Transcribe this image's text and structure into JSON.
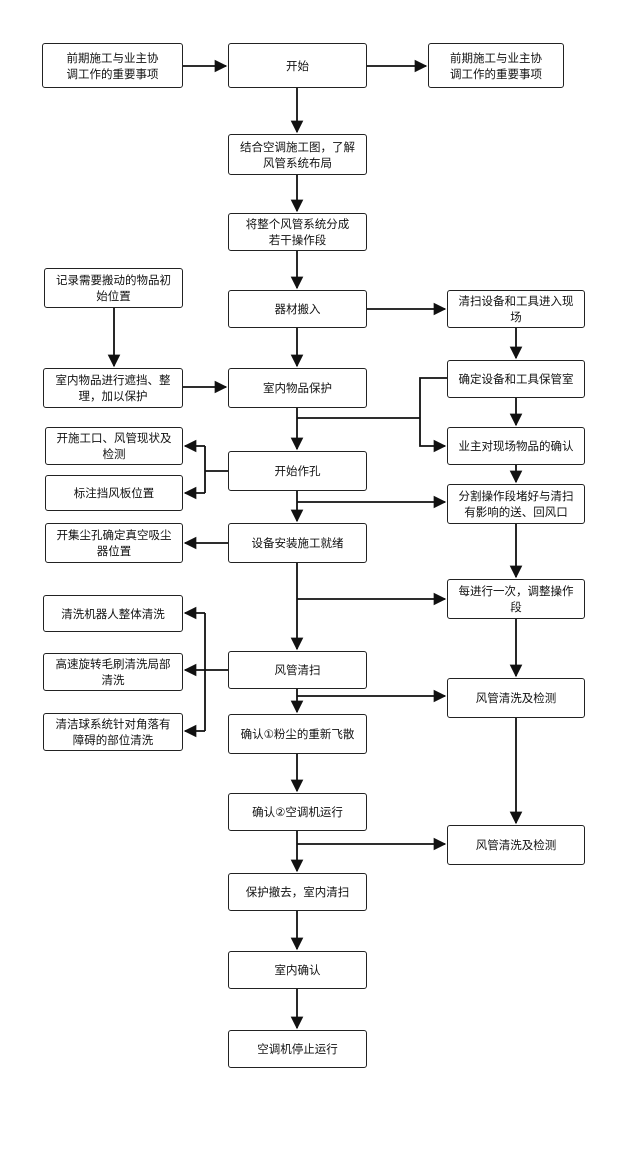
{
  "nodes": {
    "n_l1": "前期施工与业主协\n调工作的重要事项",
    "n_start": "开始",
    "n_r1": "前期施工与业主协\n调工作的重要事项",
    "n_c2": "结合空调施工图，了解\n风管系统布局",
    "n_c3": "将整个风管系统分成\n若干操作段",
    "n_l2": "记录需要搬动的物品初\n始位置",
    "n_c4": "器材搬入",
    "n_r2": "清扫设备和工具进入现\n场",
    "n_l3": "室内物品进行遮挡、整\n理，加以保护",
    "n_c5": "室内物品保护",
    "n_r3": "确定设备和工具保管室",
    "n_l4": "开施工口、风管现状及\n检测",
    "n_r4": "业主对现场物品的确认",
    "n_c6": "开始作孔",
    "n_l5": "标注挡风板位置",
    "n_r5": "分割操作段堵好与清扫\n有影响的送、回风口",
    "n_l6": "开集尘孔确定真空吸尘\n器位置",
    "n_c7": "设备安装施工就绪",
    "n_r6": "每进行一次，调整操作\n段",
    "n_l7": "清洗机器人整体清洗",
    "n_l8": "高速旋转毛刷清洗局部\n清洗",
    "n_c8": "风管清扫",
    "n_r7": "风管清洗及检测",
    "n_l9": "清洁球系统针对角落有\n障碍的部位清洗",
    "n_c9": "确认①粉尘的重新飞散",
    "n_c10": "确认②空调机运行",
    "n_r8": "风管清洗及检测",
    "n_c11": "保护撤去，室内清扫",
    "n_c12": "室内确认",
    "n_c13": "空调机停止运行"
  }
}
